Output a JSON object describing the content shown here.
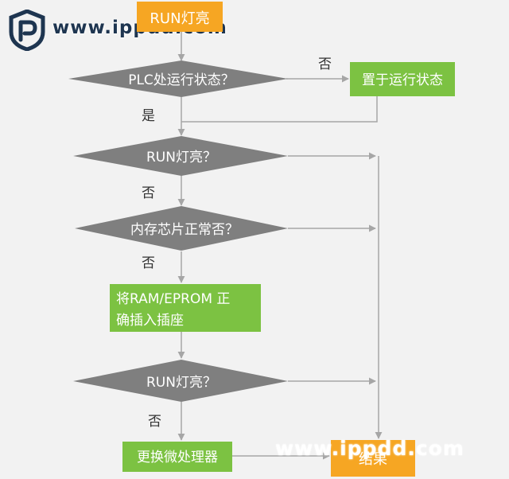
{
  "watermark": {
    "top_text": "www.ippdd.com",
    "bottom_text": "www.ippdd.com"
  },
  "colors": {
    "decision": "#7f7f7f",
    "process": "#7cc242",
    "terminal": "#f6a623",
    "line": "#a6a6a6",
    "text_dark": "#333333",
    "text_light": "#ffffff",
    "logo": "#1e3550"
  },
  "flowchart": {
    "start": {
      "label": "RUN灯亮"
    },
    "decision_plc_running": {
      "label": "PLC处运行状态？"
    },
    "process_set_running": {
      "label": "置于运行状态"
    },
    "decision_run_lit_1": {
      "label": "RUN灯亮？"
    },
    "decision_memory_ok": {
      "label": "内存芯片正常否？"
    },
    "process_insert_chip": {
      "line1": "将RAM/EPROM 正",
      "line2": "确插入插座"
    },
    "decision_run_lit_2": {
      "label": "RUN灯亮？"
    },
    "process_replace_cpu": {
      "label": "更换微处理器"
    },
    "end": {
      "label": "结果"
    },
    "edge_labels": {
      "no_1": "否",
      "yes_1": "是",
      "no_2": "否",
      "no_3": "否",
      "no_4": "否"
    }
  }
}
